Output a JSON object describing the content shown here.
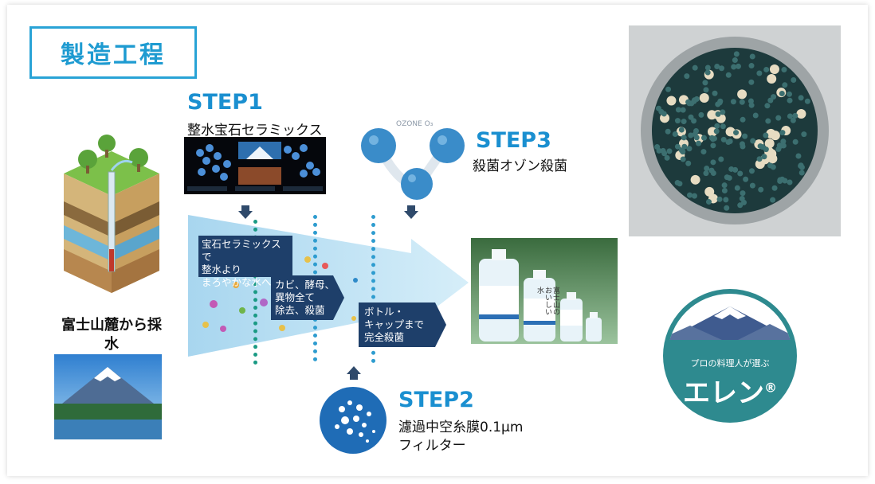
{
  "title": "製造工程",
  "source_label": "富士山麓から採水",
  "step1": {
    "heading": "STEP1",
    "subtitle": "整水宝石セラミックス"
  },
  "step2": {
    "heading": "STEP2",
    "line1": "濾過中空糸膜0.1μm",
    "line2": "フィルター"
  },
  "step3": {
    "heading": "STEP3",
    "subtitle": "殺菌オゾン殺菌",
    "ozone_label": "OZONE O₃"
  },
  "flow": {
    "stage1": [
      "宝石セラミックスで",
      "整水より",
      "まろやかな水へ"
    ],
    "stage2": [
      "カビ、酵母、",
      "異物全て",
      "除去、殺菌"
    ],
    "stage3": [
      "ボトル・",
      "キャップまで",
      "完全殺菌"
    ]
  },
  "bottle_label": "富士山のおいしい水",
  "badge": {
    "tagline": "プロの料理人が選ぶ",
    "brand": "エレン",
    "mark": "®"
  },
  "colors": {
    "accent": "#1a8fd0",
    "badge": "#2e8a8f",
    "flow": "#bfe3f4",
    "dark": "#1e3f6a"
  }
}
